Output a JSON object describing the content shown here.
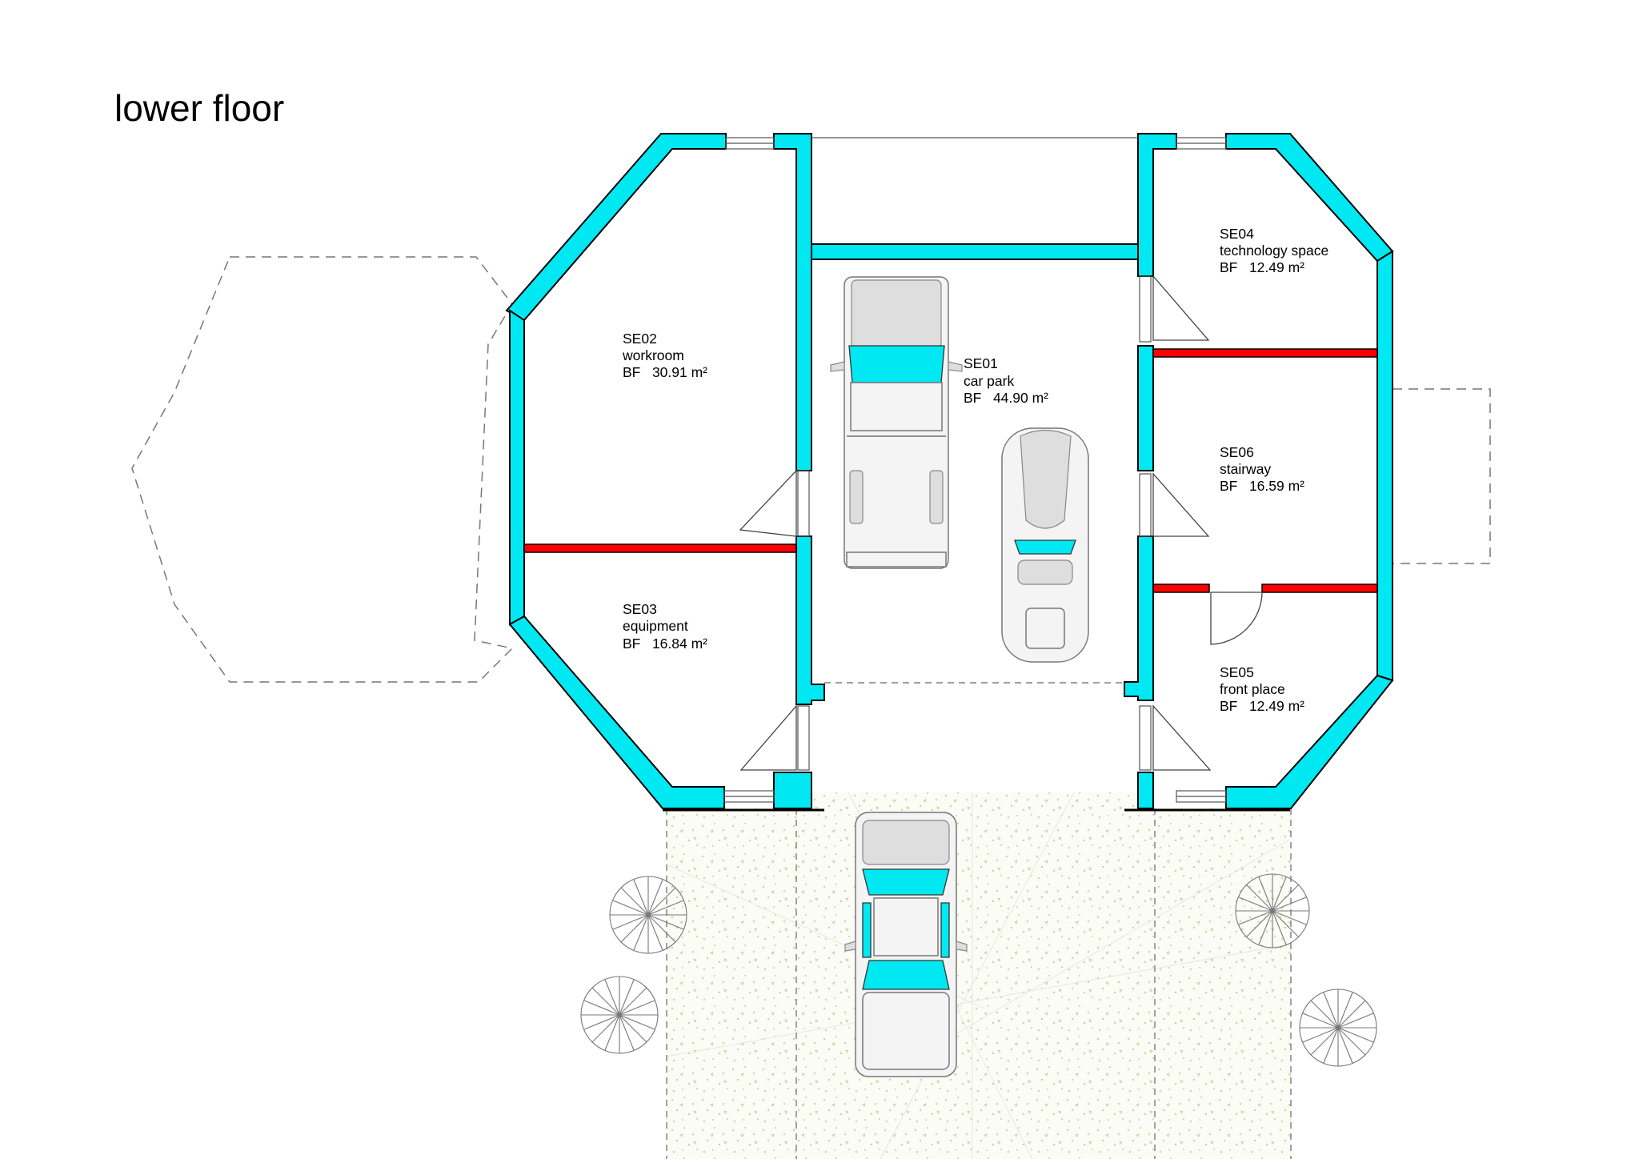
{
  "title": "lower floor",
  "rooms": [
    {
      "code": "SE01",
      "name": "car park",
      "area": "BF   44.90 m²"
    },
    {
      "code": "SE02",
      "name": "workroom",
      "area": "BF   30.91 m²"
    },
    {
      "code": "SE03",
      "name": "equipment",
      "area": "BF   16.84 m²"
    },
    {
      "code": "SE04",
      "name": "technology space",
      "area": "BF   12.49 m²"
    },
    {
      "code": "SE05",
      "name": "front place",
      "area": "BF   12.49 m²"
    },
    {
      "code": "SE06",
      "name": "stairway",
      "area": "BF   16.59 m²"
    }
  ],
  "colors": {
    "wall": "#00e8f2",
    "partition": "#ff0000",
    "glass": "#00e8f2"
  }
}
